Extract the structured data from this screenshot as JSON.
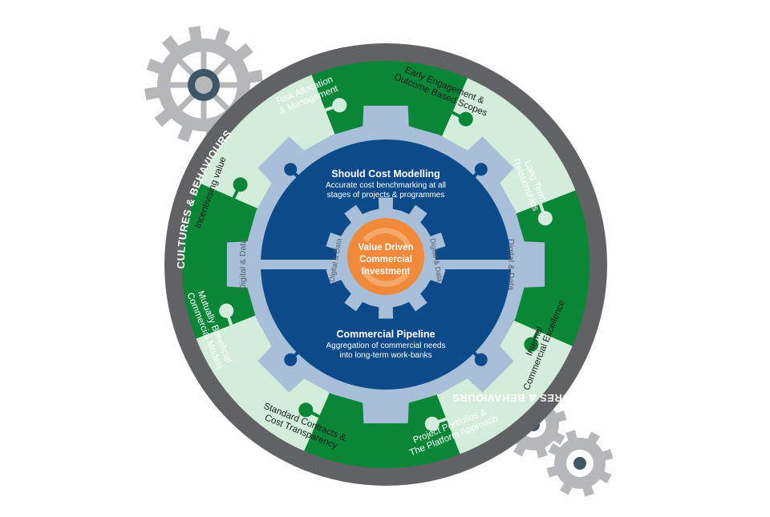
{
  "diagram": {
    "outer_ring_label": "CULTURES & BEHAVIOURS",
    "segments": [
      {
        "label_lines": [
          "Risk Allocation",
          "& Management"
        ],
        "style": "green"
      },
      {
        "label_lines": [
          "Early Engagement &",
          "Outcome Based Scopes"
        ],
        "style": "light"
      },
      {
        "label_lines": [
          "Long Term",
          "Relationships"
        ],
        "style": "green"
      },
      {
        "label_lines": [
          "Internal",
          "Commercial Excellence"
        ],
        "style": "light"
      },
      {
        "label_lines": [
          "Project Portfolios &",
          "The Platform Approach"
        ],
        "style": "green"
      },
      {
        "label_lines": [
          "Standard Contracts &",
          "Cost Transparency"
        ],
        "style": "light"
      },
      {
        "label_lines": [
          "Mutually Beneficial",
          "Commercial Models"
        ],
        "style": "green"
      },
      {
        "label_lines": [
          "Incentivising value"
        ],
        "style": "light"
      }
    ],
    "gear_ring_label": "Digital & Data",
    "upper_half": {
      "title": "Should Cost Modelling",
      "description_lines": [
        "Accurate cost benchmarking at all",
        "stages of projects & programmes"
      ]
    },
    "lower_half": {
      "title": "Commercial Pipeline",
      "description_lines": [
        "Aggregation of commercial needs",
        "into long-term work-banks"
      ]
    },
    "core": {
      "label_lines": [
        "Value Driven",
        "Commercial",
        "Investment"
      ],
      "inner_gear_label": "Digital & Data"
    },
    "colors": {
      "outer_ring": "#616264",
      "green": "#0a8637",
      "light_green": "#d4eddb",
      "gear_blue": "#a8bfd9",
      "dark_blue": "#0c4a8a",
      "orange": "#f0893a",
      "gray_gear": "#b5b7b9",
      "gear_hub": "#3e5666"
    },
    "decorations": [
      "large-gray-gear-top-left",
      "small-gray-gears-bottom-right"
    ]
  }
}
